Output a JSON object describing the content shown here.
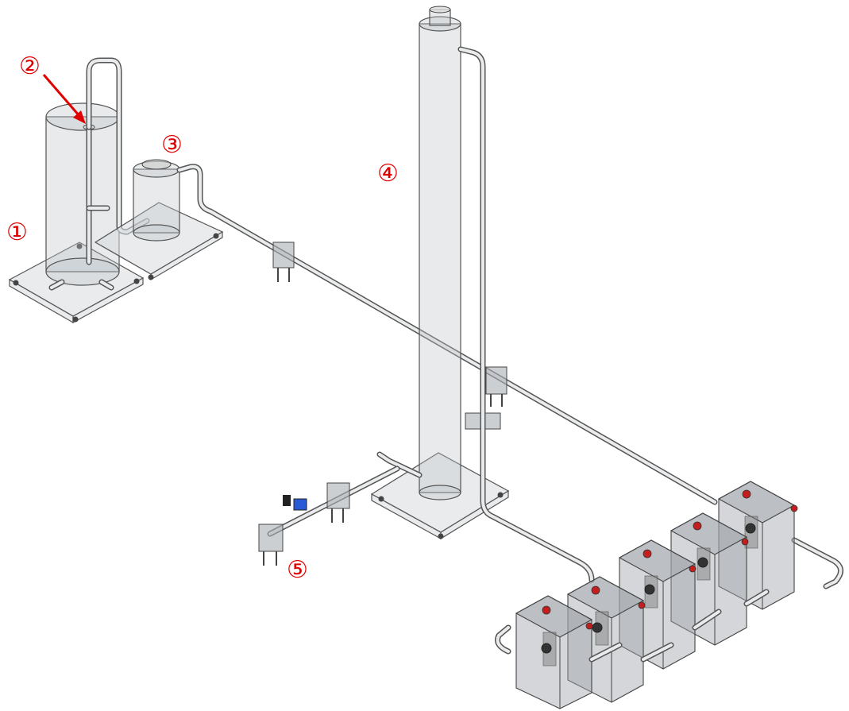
{
  "labels": {
    "l1": "①",
    "l2": "②",
    "l3": "③",
    "l4": "④",
    "l5": "⑤"
  },
  "colors": {
    "label": "#e00000",
    "arrow": "#e00000",
    "valve_blue": "#2a5bd7",
    "knob_red": "#c41e1e"
  }
}
